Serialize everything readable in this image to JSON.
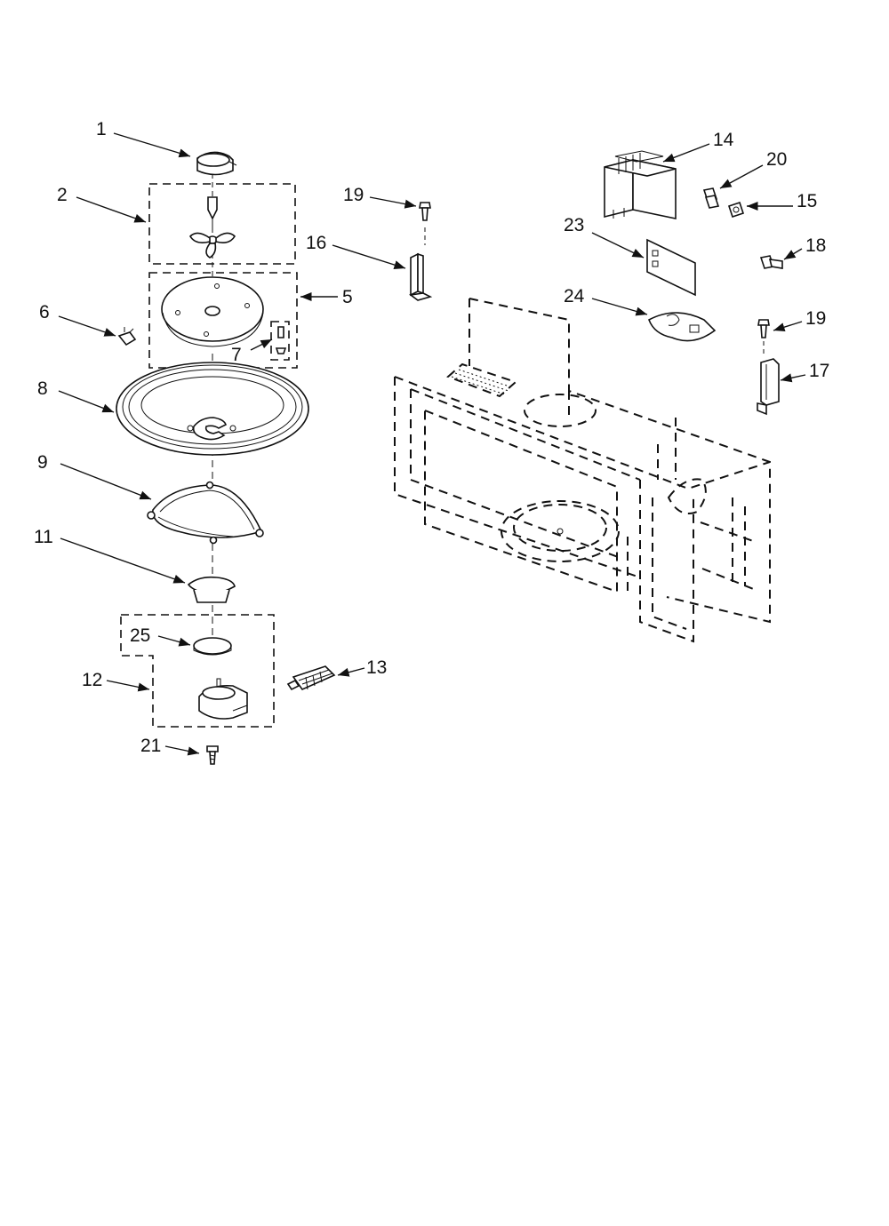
{
  "callouts": {
    "c1": "1",
    "c2": "2",
    "c5": "5",
    "c6": "6",
    "c7": "7",
    "c8": "8",
    "c9": "9",
    "c11": "11",
    "c12": "12",
    "c13": "13",
    "c14": "14",
    "c15": "15",
    "c16": "16",
    "c17": "17",
    "c18": "18",
    "c19a": "19",
    "c19b": "19",
    "c20": "20",
    "c21": "21",
    "c23": "23",
    "c24": "24",
    "c25": "25"
  },
  "style": {
    "ink": "#111111",
    "paper": "#ffffff",
    "shade": "#d9d9d9"
  }
}
